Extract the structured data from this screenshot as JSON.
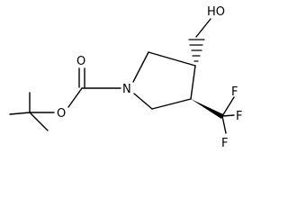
{
  "molecule": {
    "atoms": {
      "o_carbonyl": "O",
      "o_ester": "O",
      "n_ring": "N",
      "hydroxyl": "HO",
      "f_upper": "F",
      "f_right": "F",
      "f_lower": "F"
    }
  }
}
